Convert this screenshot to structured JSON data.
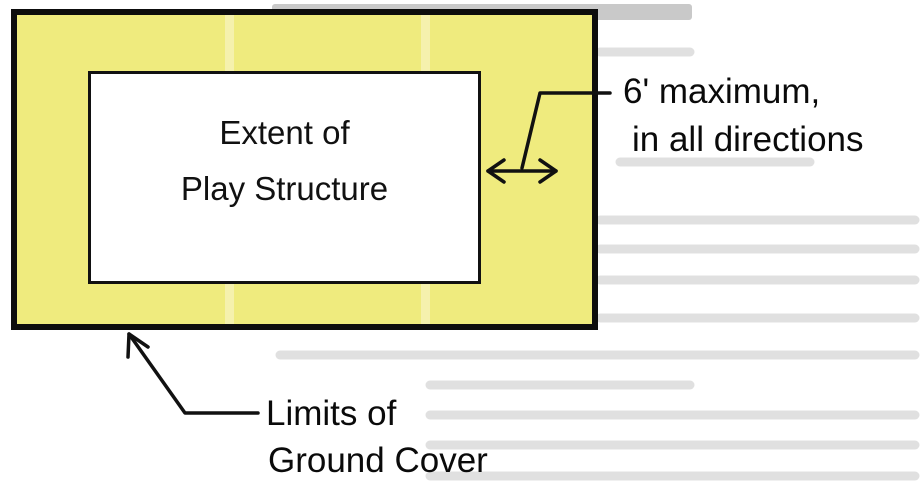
{
  "diagram": {
    "inner_box": {
      "line1": "Extent of",
      "line2": "Play Structure"
    },
    "distance_label": {
      "line1": "6' maximum,",
      "line2": "in all directions"
    },
    "ground_label": {
      "line1": "Limits of",
      "line2": "Ground Cover"
    }
  },
  "colors": {
    "ground_cover_fill": "#efeb7e",
    "play_structure_fill": "#ffffff",
    "outline": "#111111"
  }
}
